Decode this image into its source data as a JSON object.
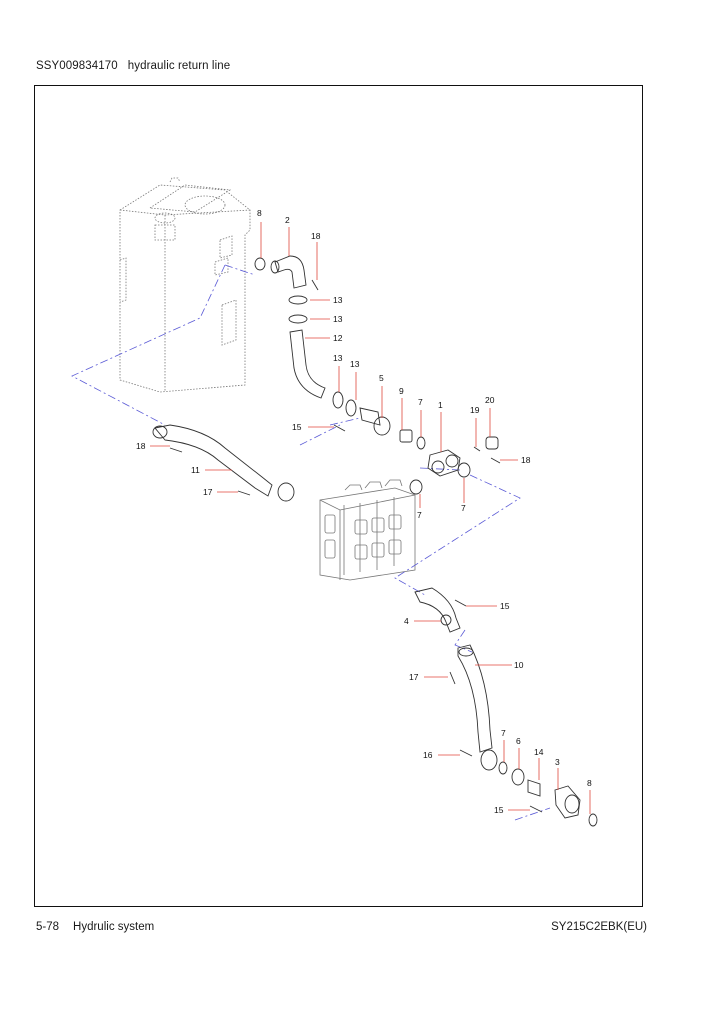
{
  "header": {
    "code": "SSY009834170",
    "title": "hydraulic return line"
  },
  "footer": {
    "page": "5-78",
    "section": "Hydrulic system",
    "model": "SY215C2EBK(EU)"
  },
  "callouts": {
    "c8a": "8",
    "c2": "2",
    "c18a": "18",
    "c13a": "13",
    "c13b": "13",
    "c12": "12",
    "c13c": "13",
    "c13d": "13",
    "c5": "5",
    "c9": "9",
    "c7a": "7",
    "c1": "1",
    "c19": "19",
    "c20": "20",
    "c15a": "15",
    "c18b": "18",
    "c18c": "18",
    "c11": "11",
    "c17a": "17",
    "c7b": "7",
    "c7c": "7",
    "c15b": "15",
    "c4": "4",
    "c10": "10",
    "c17b": "17",
    "c7d": "7",
    "c6": "6",
    "c14": "14",
    "c3": "3",
    "c16": "16",
    "c8b": "8",
    "c15c": "15"
  },
  "colors": {
    "leader": "#e0483c",
    "centerline": "#5b5bd6",
    "linework": "#444444"
  }
}
